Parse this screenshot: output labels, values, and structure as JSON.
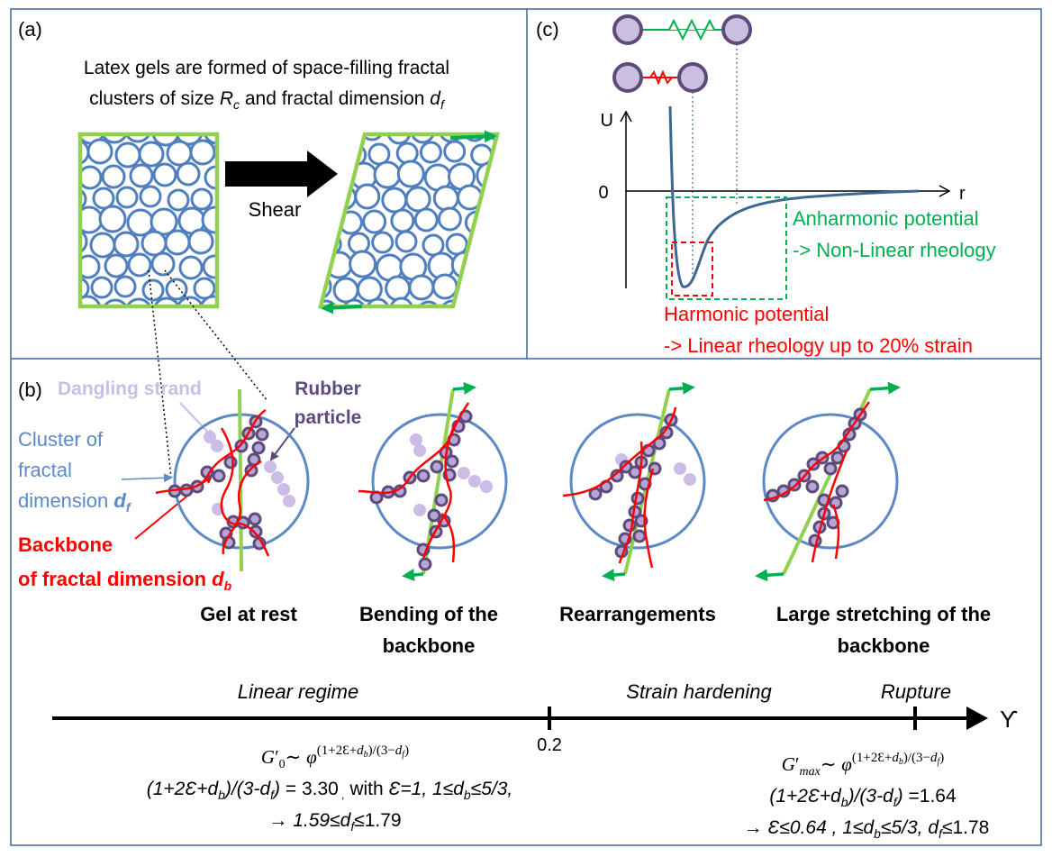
{
  "colors": {
    "frame": "#3f6598",
    "particle_stroke": "#4f7fbf",
    "cell_green": "#92d050",
    "arrow_green": "#00b050",
    "backbone_red": "#ff0000",
    "cluster_blue": "#5b8ac6",
    "cluster_text": "#5b8ac6",
    "rubber_dark": "#5e4b7b",
    "rubber_fill": "#b4a7d6",
    "dangling_fill": "#cbbde6",
    "potential_curve": "#3d6695",
    "anharmonic_green": "#00b050",
    "harmonic_red": "#ff0000"
  },
  "panel_a": {
    "label": "(a)",
    "caption_line1": "Latex gels are formed of space-filling fractal",
    "caption_line2_pre": "clusters of size ",
    "caption_rc_base": "R",
    "caption_rc_sub": "c",
    "caption_line2_mid": " and fractal dimension ",
    "caption_df_base": "d",
    "caption_df_sub": "f",
    "shear_label": "Shear"
  },
  "panel_b": {
    "label": "(b)",
    "dangling_label": "Dangling strand",
    "rubber_label_line1": "Rubber",
    "rubber_label_line2": "particle",
    "cluster_line1": "Cluster of",
    "cluster_line2": "fractal",
    "cluster_line3_pre": "dimension ",
    "cluster_df_base": "d",
    "cluster_df_sub": "f",
    "backbone_line1": "Backbone",
    "backbone_line2_pre": "of fractal dimension ",
    "backbone_db_base": "d",
    "backbone_db_sub": "b",
    "stages": [
      {
        "line1": "Gel at rest",
        "line2": ""
      },
      {
        "line1": "Bending of the",
        "line2": "backbone"
      },
      {
        "line1": "Rearrangements",
        "line2": ""
      },
      {
        "line1": "Large stretching of the",
        "line2": "backbone"
      }
    ],
    "regime_linear": "Linear regime",
    "regime_hardening": "Strain hardening",
    "regime_rupture": "Rupture",
    "axis_symbol": "ϒ",
    "tick_label": "0.2",
    "left_formula": "G′₀∼ φ^((1+2Ɛ+d_b)/(3−d_f))",
    "left_line2": "(1+2Ɛ+d_b)/(3-d_f) = 3.30 , with Ɛ=1, 1≤d_b≤5/3,",
    "left_line3": "→ 1.59≤d_f≤1.79",
    "right_formula": "G′_max∼ φ^((1+2Ɛ+d_b)/(3−d_f))",
    "right_line2": "(1+2Ɛ+d_b)/(3-d_f) =1.64",
    "right_line3": "→ Ɛ≤0.64 , 1≤d_b≤5/3, d_f≤1.78"
  },
  "panel_c": {
    "label": "(c)",
    "y_label": "U",
    "x_label": "r",
    "zero_label": "0",
    "anharmonic_line1": "Anharmonic potential",
    "anharmonic_line2": "-> Non-Linear rheology",
    "harmonic_line1": "Harmonic potential",
    "harmonic_line2": "-> Linear rheology up to 20% strain"
  }
}
